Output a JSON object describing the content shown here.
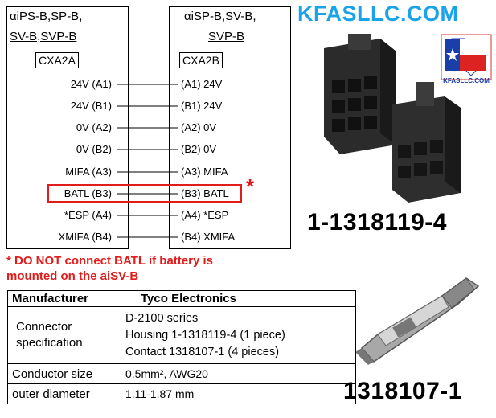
{
  "brand": "KFASLLC.COM",
  "logo_text": "KFASLLC.COM",
  "left_module": {
    "title_lines": [
      "αiPS-B,SP-B,",
      "SV-B,SVP-B"
    ],
    "connector": "CXA2A",
    "pins": [
      "24V (A1)",
      "24V (B1)",
      "0V (A2)",
      "0V (B2)",
      "MIFA (A3)",
      "BATL (B3)",
      "*ESP (A4)",
      "XMIFA (B4)"
    ]
  },
  "right_module": {
    "title_lines": [
      "αiSP-B,SV-B,",
      "SVP-B"
    ],
    "connector": "CXA2B",
    "pins": [
      "(A1) 24V",
      "(B1) 24V",
      "(A2) 0V",
      "(B2) 0V",
      "(A3) MIFA",
      "(B3) BATL",
      "(A4) *ESP",
      "(B4) XMIFA"
    ]
  },
  "asterisk": "*",
  "warning_lines": [
    "* DO NOT connect BATL if battery is",
    "mounted on the aiSV-B"
  ],
  "housing_part": "1-1318119-4",
  "contact_part": "1318107-1",
  "spec_table": {
    "header_label": "Manufacturer",
    "header_value": "Tyco Electronics",
    "connector_label": "Connector specification",
    "connector_lines": [
      "D-2100 series",
      "Housing  1-1318119-4 (1 piece)",
      "Contact  1318107-1 (4 pieces)"
    ],
    "conductor_label": "Conductor size",
    "conductor_value": "0.5mm², AWG20",
    "diameter_label": "outer diameter",
    "diameter_value": "1.11-1.87 mm"
  },
  "colors": {
    "brand": "#1aa3e8",
    "warning": "#e21b1b",
    "line": "#000000"
  },
  "icons": [
    "texas-flag-logo",
    "housing-connector-photo",
    "crimp-contact-photo"
  ]
}
